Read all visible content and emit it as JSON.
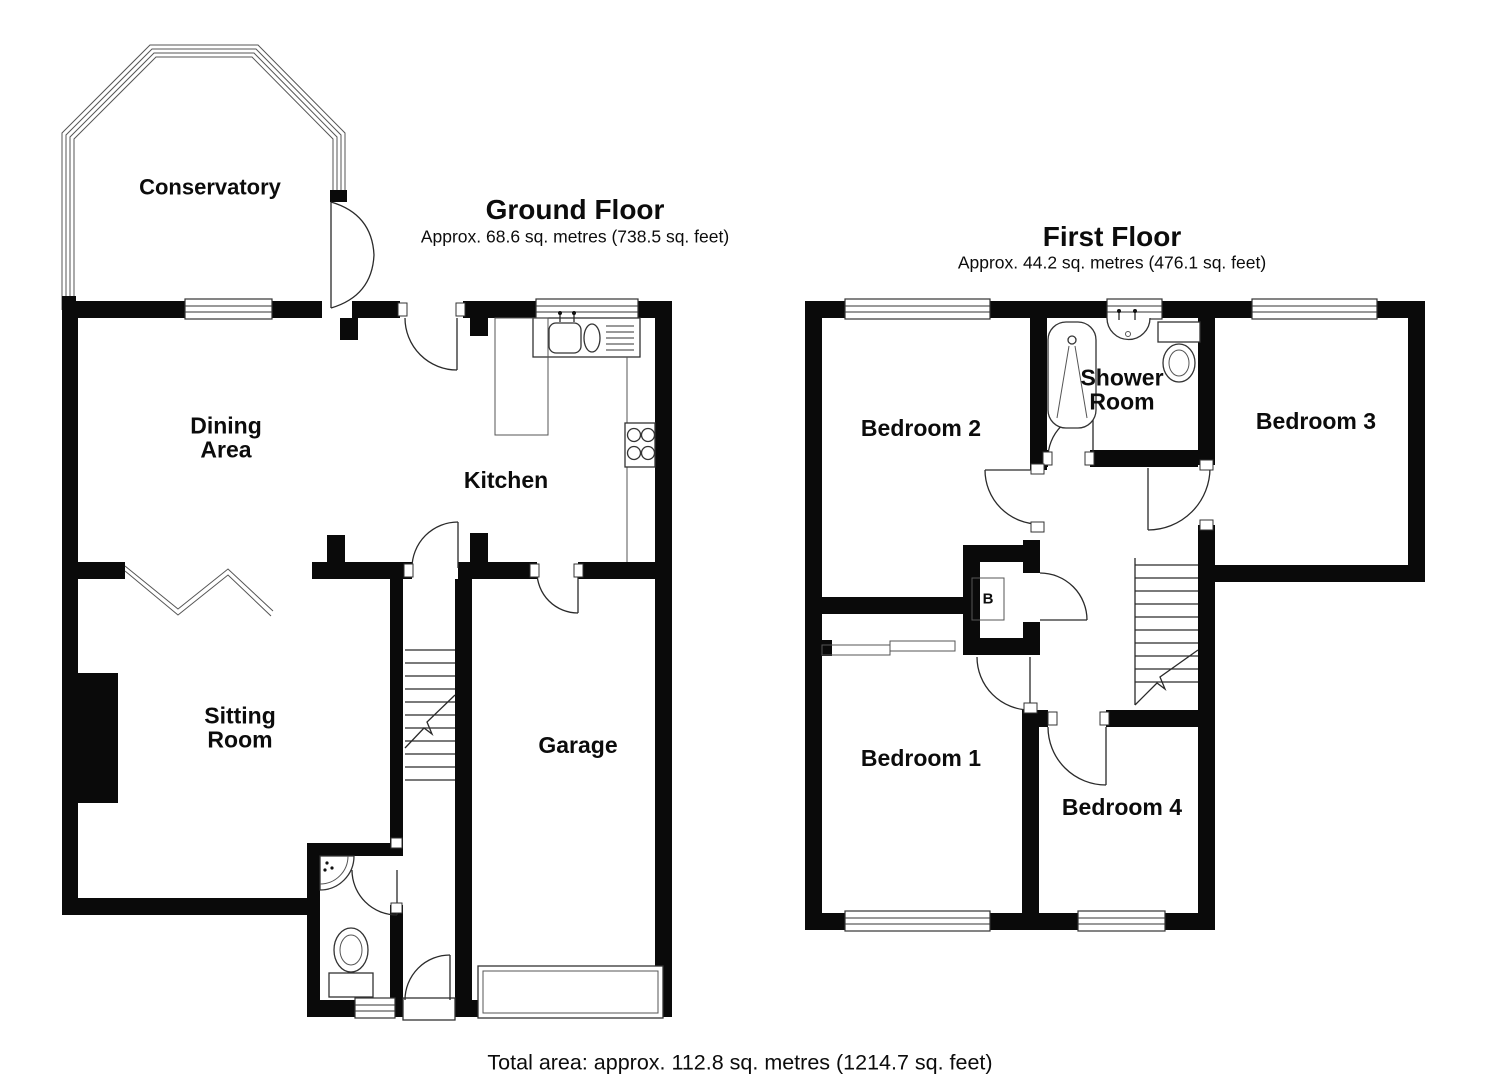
{
  "ground_floor": {
    "title": "Ground Floor",
    "area_text": "Approx. 68.6 sq. metres (738.5 sq. feet)",
    "rooms": {
      "conservatory": "Conservatory",
      "dining_area": "Dining\nArea",
      "kitchen": "Kitchen",
      "sitting_room": "Sitting\nRoom",
      "garage": "Garage"
    }
  },
  "first_floor": {
    "title": "First Floor",
    "area_text": "Approx. 44.2 sq. metres (476.1 sq. feet)",
    "rooms": {
      "bedroom_2": "Bedroom 2",
      "shower_room": "Shower\nRoom",
      "bedroom_3": "Bedroom 3",
      "bedroom_1": "Bedroom 1",
      "bedroom_4": "Bedroom 4",
      "boiler_cupboard": "B"
    }
  },
  "footer": {
    "total_area_text": "Total area: approx. 112.8 sq. metres (1214.7 sq. feet)"
  }
}
